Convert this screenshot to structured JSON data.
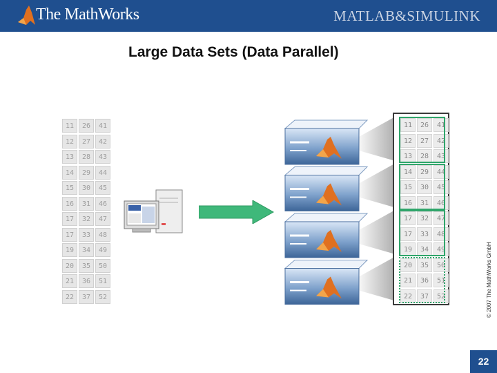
{
  "header": {
    "brand": "The MathWorks",
    "product": "MATLAB&SIMULINK"
  },
  "title": "Large Data Sets (Data Parallel)",
  "matrix_rows": [
    [
      "11",
      "26",
      "41"
    ],
    [
      "12",
      "27",
      "42"
    ],
    [
      "13",
      "28",
      "43"
    ],
    [
      "14",
      "29",
      "44"
    ],
    [
      "15",
      "30",
      "45"
    ],
    [
      "16",
      "31",
      "46"
    ],
    [
      "17",
      "32",
      "47"
    ],
    [
      "17",
      "33",
      "48"
    ],
    [
      "19",
      "34",
      "49"
    ],
    [
      "20",
      "35",
      "50"
    ],
    [
      "21",
      "36",
      "51"
    ],
    [
      "22",
      "37",
      "52"
    ]
  ],
  "workers": 4,
  "copyright": "© 2007 The MathWorks GmbH",
  "page_number": "22",
  "colors": {
    "header_bg": "#1f4f8f",
    "partition_border": "#2fa56a",
    "arrow": "#3fb87a"
  }
}
